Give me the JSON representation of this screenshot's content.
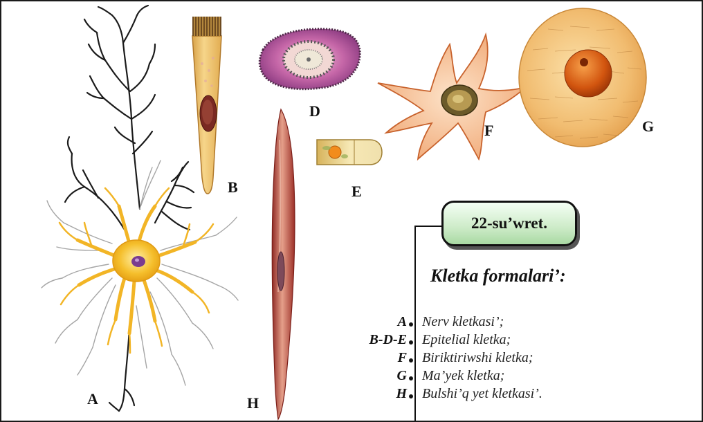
{
  "labels": {
    "A": "A",
    "B": "B",
    "D": "D",
    "E": "E",
    "F": "F",
    "G": "G",
    "H": "H"
  },
  "figure_badge": "22-su’wret.",
  "heading": "Kletka formalari’:",
  "legend": [
    {
      "key": "A",
      "text": "Nerv kletkasi’;"
    },
    {
      "key": "B-D-E",
      "text": "Epitelial kletka;"
    },
    {
      "key": "F",
      "text": "Biriktiriwshi kletka;"
    },
    {
      "key": "G",
      "text": "Ma’yek kletka;"
    },
    {
      "key": "H",
      "text": "Bulshi’q yet kletkasi’."
    }
  ],
  "colors": {
    "nerve_body": "#f2b526",
    "nerve_dendrite_dark": "#1b1b1b",
    "nerve_dendrite_light": "#9a9a9a",
    "nucleus_purple": "#7a3c8f",
    "epithelial_B": "#f0c874",
    "epithelial_D": "#c45aa5",
    "fibroblast_F": "#f3bd93",
    "egg_G": "#f3c27a",
    "egg_nucleus": "#d25a12",
    "muscle_H": "#b13a32",
    "badge_green": "#bfe4b8"
  }
}
